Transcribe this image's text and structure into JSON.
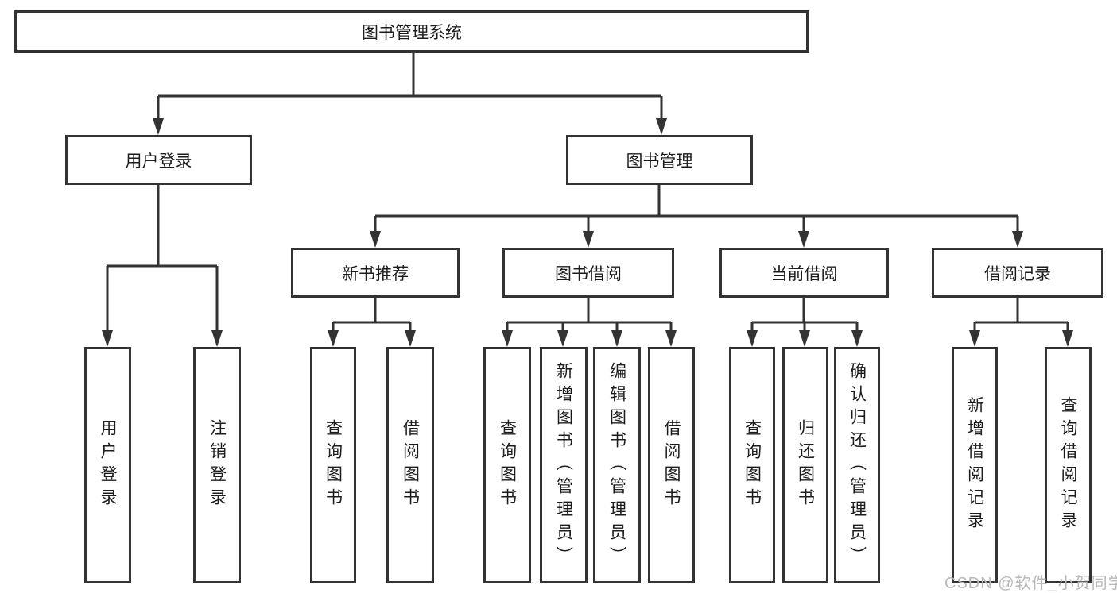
{
  "diagram": {
    "type": "hierarchy-tree",
    "tree": {
      "root": {
        "label": "图书管理系统",
        "children": [
          {
            "label": "用户登录",
            "children": [
              {
                "label": "用户登录"
              },
              {
                "label": "注销登录"
              }
            ]
          },
          {
            "label": "图书管理",
            "children": [
              {
                "label": "新书推荐",
                "children": [
                  {
                    "label": "查询图书"
                  },
                  {
                    "label": "借阅图书"
                  }
                ]
              },
              {
                "label": "图书借阅",
                "children": [
                  {
                    "label": "查询图书"
                  },
                  {
                    "label": "新增图书（管理员）"
                  },
                  {
                    "label": "编辑图书（管理员）"
                  },
                  {
                    "label": "借阅图书"
                  }
                ]
              },
              {
                "label": "当前借阅",
                "children": [
                  {
                    "label": "查询图书"
                  },
                  {
                    "label": "归还图书"
                  },
                  {
                    "label": "确认归还（管理员）"
                  }
                ]
              },
              {
                "label": "借阅记录",
                "children": [
                  {
                    "label": "新增借阅记录"
                  },
                  {
                    "label": "查询借阅记录"
                  }
                ]
              }
            ]
          }
        ]
      }
    },
    "colors": {
      "line": "#333333",
      "box_border": "#333333",
      "text": "#1c1c1c",
      "background": "#ffffff",
      "watermark": "#b9b9b9"
    }
  },
  "watermark": {
    "text": "CSDN @软件_小贺同学"
  }
}
